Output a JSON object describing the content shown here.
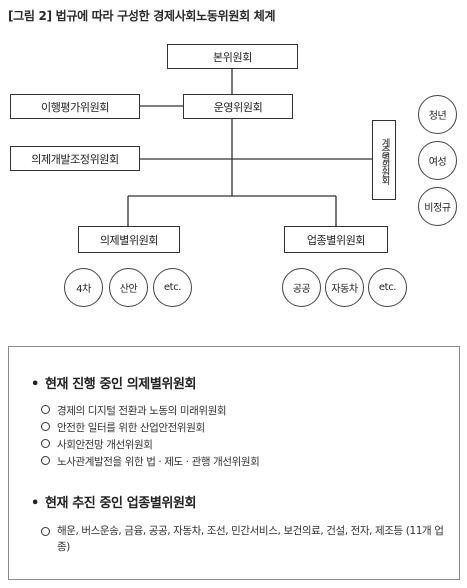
{
  "caption": "[그림 2] 법규에 따라 구성한 경제사회노동위원회 체계",
  "org": {
    "plenary": "본위원회",
    "steering": "운영위원회",
    "evaluation": "이행평가위원회",
    "coordination": "의제개발조정위원회",
    "tier_committee": "계층별위원회",
    "tiers": [
      "청년",
      "여성",
      "비정규"
    ],
    "agenda_committee": "의제별위원회",
    "agenda_items": [
      "4차",
      "산안",
      "etc."
    ],
    "industry_committee": "업종별위원회",
    "industry_items": [
      "공공",
      "자동차",
      "etc."
    ]
  },
  "panel": {
    "section1_title": "현재 진행 중인 의제별위원회",
    "section1_items": [
      "경제의 디지털 전환과 노동의 미래위원회",
      "안전한 일터를 위한 산업안전위원회",
      "사회안전망 개선위원회",
      "노사관계발전을 위한 법 · 제도 · 관행 개선위원회"
    ],
    "section2_title": "현재 추진 중인 업종별위원회",
    "section2_items": [
      "해운, 버스운송, 금융, 공공, 자동차, 조선, 민간서비스, 보건의료, 건설, 전자, 제조등 (11개 업종)"
    ],
    "bullet_symbol": "•"
  }
}
